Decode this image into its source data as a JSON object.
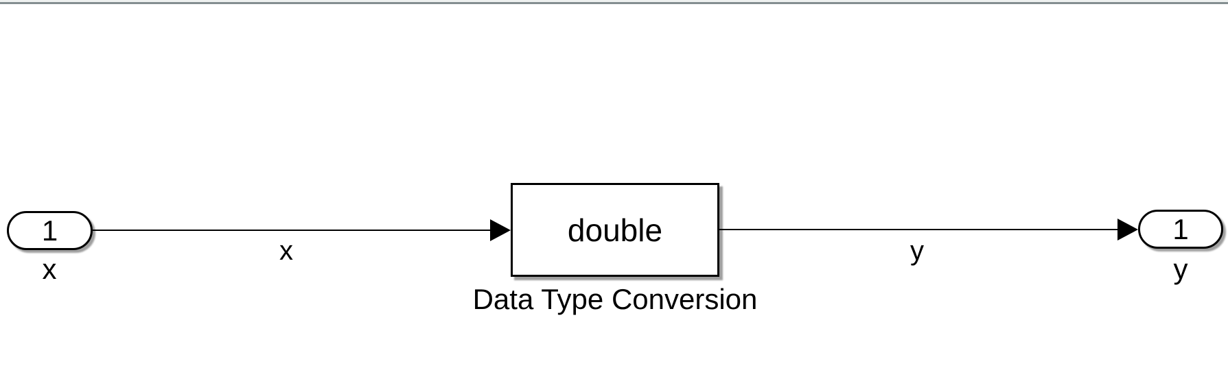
{
  "colors": {
    "background": "#ffffff",
    "line": "#000000",
    "block_fill": "#ffffff",
    "block_border": "#000000",
    "top_strip": "#eef1f0",
    "top_border": "#848e90"
  },
  "diagram": {
    "blocks": [
      {
        "kind": "inport",
        "port_number": "1",
        "label": "x"
      },
      {
        "kind": "data-type-conversion",
        "display_text": "double",
        "label": "Data Type Conversion"
      },
      {
        "kind": "outport",
        "port_number": "1",
        "label": "y"
      }
    ],
    "signals": [
      {
        "from": "inport",
        "to": "data-type-conversion",
        "label": "x"
      },
      {
        "from": "data-type-conversion",
        "to": "outport",
        "label": "y"
      }
    ]
  }
}
